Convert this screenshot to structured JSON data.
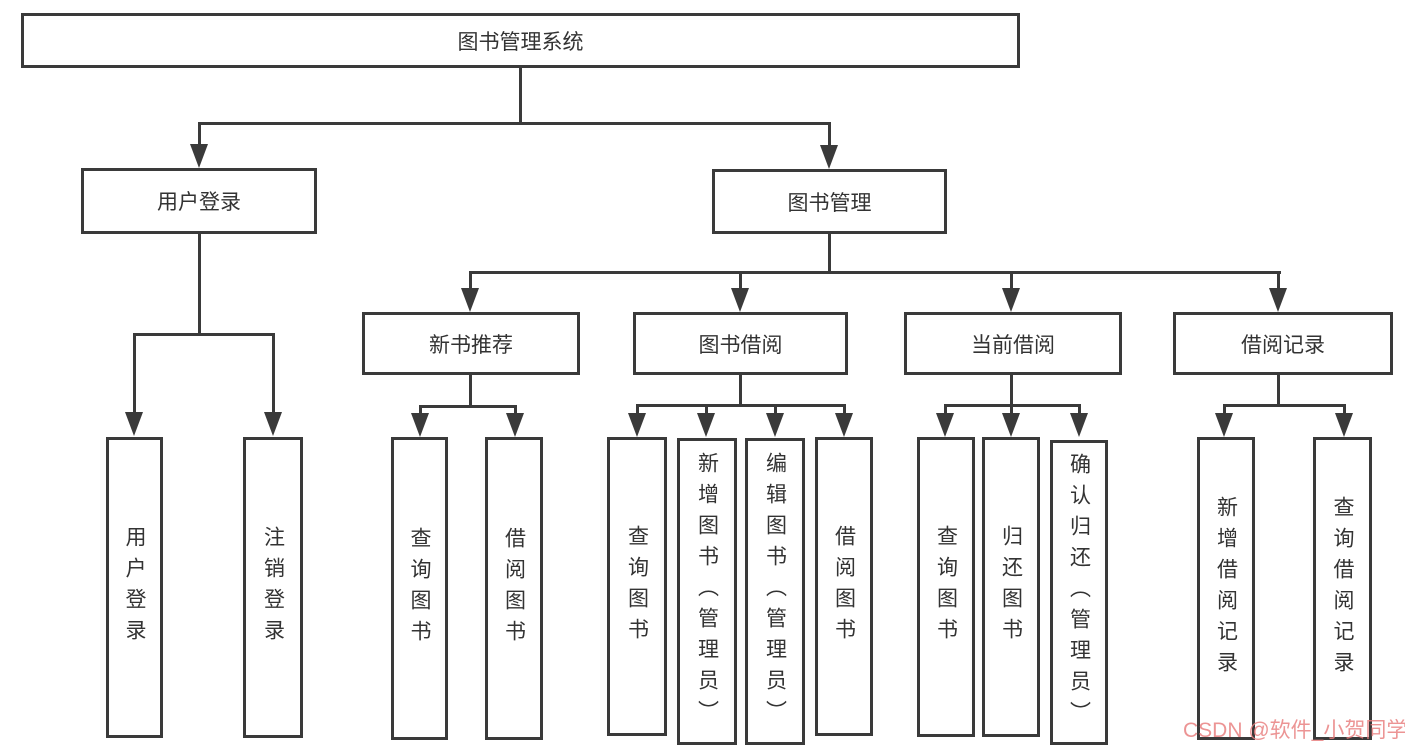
{
  "diagram": {
    "title": "图书管理系统",
    "root": {
      "label": "图书管理系统"
    },
    "level2": {
      "user_login": {
        "label": "用户登录"
      },
      "book_management": {
        "label": "图书管理"
      }
    },
    "level3": {
      "new_book_recommend": {
        "label": "新书推荐"
      },
      "book_borrow": {
        "label": "图书借阅"
      },
      "current_borrow": {
        "label": "当前借阅"
      },
      "borrow_records": {
        "label": "借阅记录"
      }
    },
    "leaves": {
      "user_login": [
        "用户登录",
        "注销登录"
      ],
      "new_book_recommend": [
        "查询图书",
        "借阅图书"
      ],
      "book_borrow": [
        "查询图书",
        "新增图书（管理员）",
        "编辑图书（管理员）",
        "借阅图书"
      ],
      "current_borrow": [
        "查询图书",
        "归还图书",
        "确认归还（管理员）"
      ],
      "borrow_records": [
        "新增借阅记录",
        "查询借阅记录"
      ]
    }
  },
  "watermark": {
    "text": "CSDN @软件_小贺同学",
    "color": "#e87d7d"
  },
  "colors": {
    "line": "#3a3a3a",
    "text": "#333333",
    "background": "#ffffff"
  }
}
